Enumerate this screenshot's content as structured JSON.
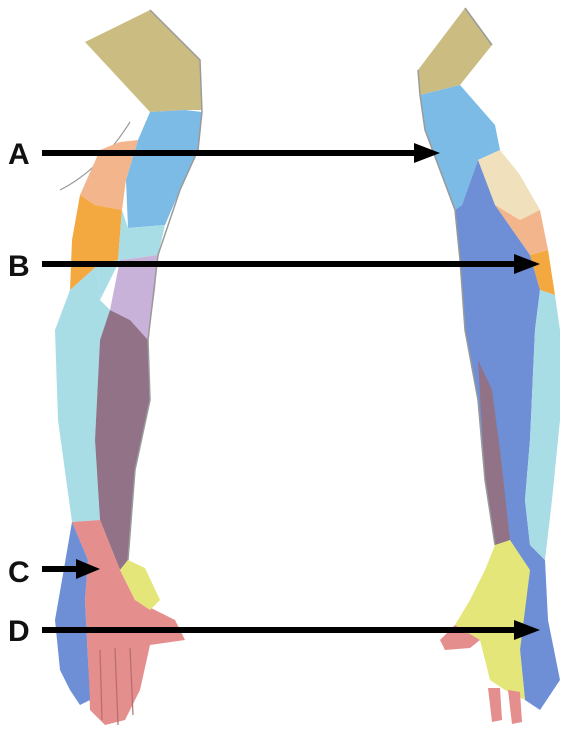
{
  "diagram": {
    "labels": {
      "a": "A",
      "b": "B",
      "c": "C",
      "d": "D"
    },
    "colors": {
      "shoulder_tan": "#cbbd82",
      "sky_blue": "#7bbbe6",
      "peach": "#f3b68c",
      "orange": "#f4a840",
      "light_cyan": "#a8dde6",
      "lavender": "#c9b2da",
      "dusky_purple": "#927286",
      "medium_blue": "#6e8fd6",
      "pink": "#e48e8e",
      "yellow": "#e4e67a",
      "cream": "#f1e0bc",
      "outline": "#9a9a9a",
      "arrow": "#000000"
    }
  }
}
